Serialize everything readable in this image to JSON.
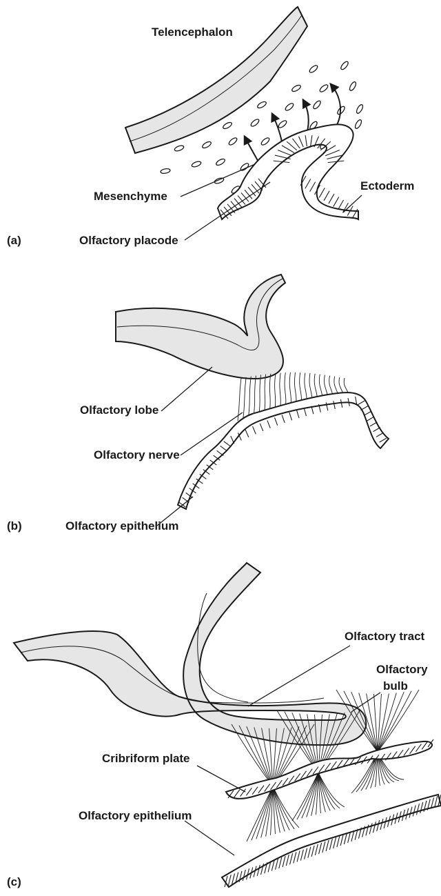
{
  "panels": [
    {
      "letter": "(a)",
      "labels": {
        "telencephalon": "Telencephalon",
        "ectoderm": "Ectoderm",
        "mesenchyme": "Mesenchyme",
        "placode": "Olfactory placode"
      }
    },
    {
      "letter": "(b)",
      "labels": {
        "lobe": "Olfactory lobe",
        "nerve": "Olfactory nerve",
        "epithelium": "Olfactory epithelium"
      }
    },
    {
      "letter": "(c)",
      "labels": {
        "tract": "Olfactory tract",
        "bulb_line1": "Olfactory",
        "bulb_line2": "bulb",
        "cribriform": "Cribriform plate",
        "epithelium": "Olfactory epithelium"
      }
    }
  ],
  "colors": {
    "ink": "#1a1a1a",
    "tissue_fill": "#e6e6e6",
    "background": "#ffffff"
  }
}
